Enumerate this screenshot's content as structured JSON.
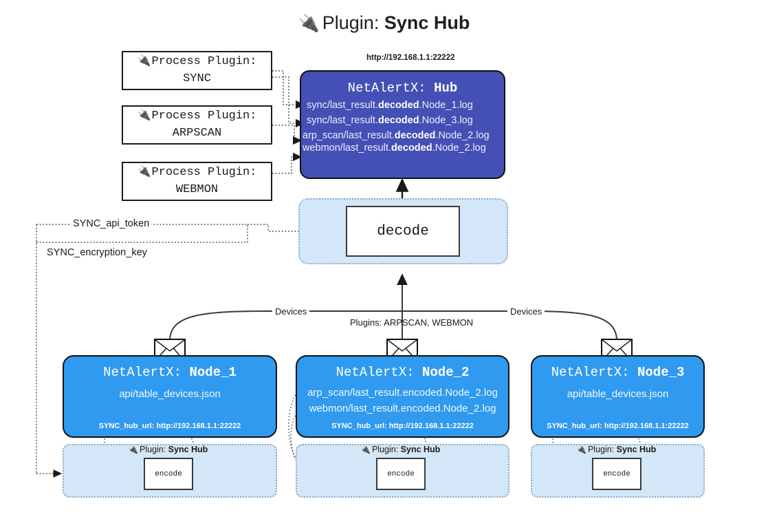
{
  "header": {
    "icon": "plug-icon",
    "prefix": "Plugin:",
    "title": "Sync Hub"
  },
  "process_plugins": [
    {
      "icon": "plug-icon",
      "label": "Process Plugin:",
      "name": "SYNC"
    },
    {
      "icon": "plug-icon",
      "label": "Process Plugin:",
      "name": "ARPSCAN"
    },
    {
      "icon": "plug-icon",
      "label": "Process Plugin:",
      "name": "WEBMON"
    }
  ],
  "hub": {
    "url": "http://192.168.1.1:22222",
    "title_prefix": "NetAlertX:",
    "title_name": "Hub",
    "logs": [
      {
        "pre": "sync/last_result.",
        "bold": "decoded",
        "post": ".Node_1.log"
      },
      {
        "pre": "sync/last_result.",
        "bold": "decoded",
        "post": ".Node_3.log"
      },
      {
        "pre": "arp_scan/last_result.",
        "bold": "decoded",
        "post": ".Node_2.log"
      },
      {
        "pre": "webmon/last_result.",
        "bold": "decoded",
        "post": ".Node_2.log"
      }
    ]
  },
  "decode": {
    "label": "decode"
  },
  "config_labels": {
    "api_token": "SYNC_api_token",
    "encryption_key": "SYNC_encryption_key"
  },
  "edge_labels": {
    "devices_left": "Devices",
    "devices_right": "Devices",
    "plugins_center": "Plugins: ARPSCAN, WEBMON"
  },
  "nodes": [
    {
      "title_prefix": "NetAlertX:",
      "title_name": "Node_1",
      "lines": [
        "api/table_devices.json"
      ],
      "hub_url": "SYNC_hub_url: http://192.168.1.1:22222",
      "envelope": "envelope-icon",
      "plugin_tag": {
        "icon": "plug-icon",
        "prefix": "Plugin:",
        "name": "Sync Hub"
      },
      "encode": "encode"
    },
    {
      "title_prefix": "NetAlertX:",
      "title_name": "Node_2",
      "lines": [
        "arp_scan/last_result.encoded.Node_2.log",
        "webmon/last_result.encoded.Node_2.log"
      ],
      "hub_url": "SYNC_hub_url: http://192.168.1.1:22222",
      "envelope": "envelope-icon",
      "plugin_tag": {
        "icon": "plug-icon",
        "prefix": "Plugin:",
        "name": "Sync Hub"
      },
      "encode": "encode"
    },
    {
      "title_prefix": "NetAlertX:",
      "title_name": "Node_3",
      "lines": [
        "api/table_devices.json"
      ],
      "hub_url": "SYNC_hub_url: http://192.168.1.1:22222",
      "envelope": "envelope-icon",
      "plugin_tag": {
        "icon": "plug-icon",
        "prefix": "Plugin:",
        "name": "Sync Hub"
      },
      "encode": "encode"
    }
  ],
  "colors": {
    "hub_fill": "#4450b5",
    "node_fill": "#2f9aef",
    "container_fill": "#d4e7f8",
    "stroke": "#111111"
  }
}
